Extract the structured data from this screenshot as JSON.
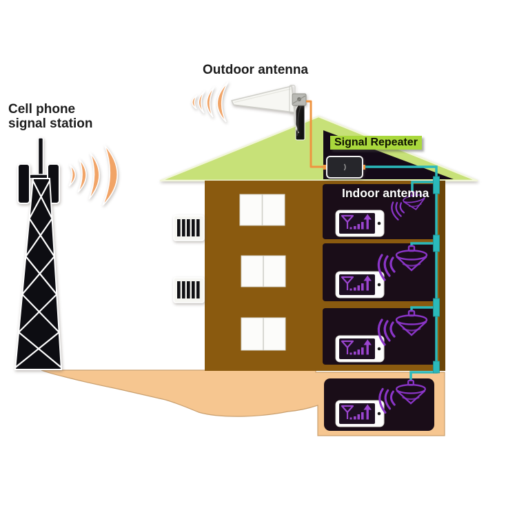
{
  "labels": {
    "cell_station": "Cell phone\nsignal station",
    "outdoor_antenna": "Outdoor antenna",
    "signal_repeater": "Signal Repeater",
    "indoor_antenna": "Indoor antenna"
  },
  "colors": {
    "roof": "#c7e178",
    "roof-edge": "#f2f6da",
    "label-green": "#a9d83c",
    "wall": "#8a5a0f",
    "wall-edge": "#6b4508",
    "attic": "#140a18",
    "room": "#1a0d18",
    "ground": "#f6c690",
    "ground-edge": "#c99f6e",
    "wave-orange": "#f1a467",
    "cable-orange": "#ef9440",
    "cable-teal": "#2ab9bb",
    "signal-purple": "#9b45d0",
    "antenna-purple": "#8b35c8",
    "tower-black": "#0d0d12",
    "text-dark": "#1c1c1c"
  },
  "diagram": {
    "tower": {
      "type": "cell-signal-tower",
      "signal_wave_count": 4
    },
    "outdoor_antenna": {
      "type": "directional-lpda-antenna",
      "signal_wave_count": 4
    },
    "repeater": {
      "connections": [
        "outdoor-antenna-cable-orange",
        "indoor-distribution-cable-teal"
      ]
    },
    "building": {
      "window_count": 3,
      "ac_unit_count": 2
    },
    "rooms": [
      {
        "floor": "1",
        "devices": [
          "ceiling-antenna",
          "phone-with-boosted-signal"
        ]
      },
      {
        "floor": "2",
        "devices": [
          "ceiling-antenna",
          "phone-with-boosted-signal"
        ]
      },
      {
        "floor": "3",
        "devices": [
          "ceiling-antenna",
          "phone-with-boosted-signal"
        ]
      },
      {
        "floor": "ground",
        "devices": [
          "ceiling-antenna",
          "phone-with-boosted-signal"
        ]
      }
    ]
  }
}
